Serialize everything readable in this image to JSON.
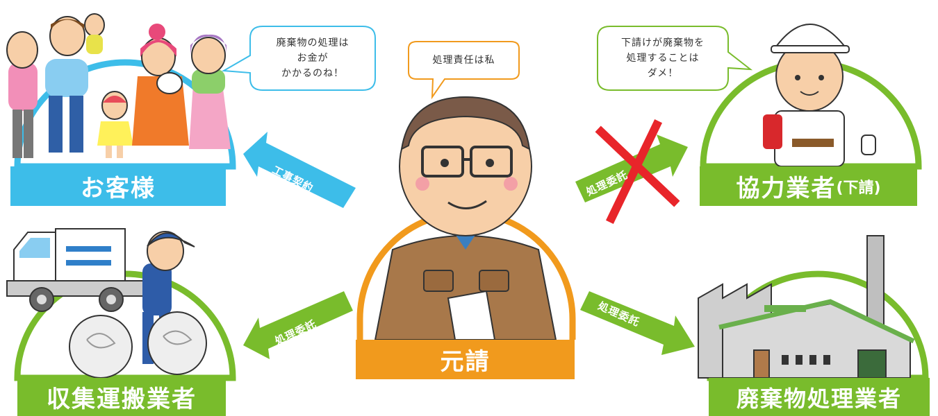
{
  "roles": {
    "customer": "お客様",
    "prime": "元請",
    "subcontractor_main": "協力業者",
    "subcontractor_suffix": "(下請)",
    "collector": "収集運搬業者",
    "disposer": "廃棄物処理業者"
  },
  "bubbles": {
    "customer": [
      "廃棄物の処理は",
      "お金が",
      "かかるのね！"
    ],
    "prime": [
      "処理責任は私"
    ],
    "subcontractor": [
      "下請けが廃棄物を",
      "処理することは",
      "ダメ！"
    ]
  },
  "arrows": {
    "contract": "工事契約",
    "consign_subcontractor": "処理委託",
    "consign_collector": "処理委託",
    "consign_disposer": "処理委託"
  },
  "colors": {
    "blue": "#3dbde9",
    "green": "#79bc2c",
    "orange": "#f19a1d",
    "red": "#e8252a"
  }
}
